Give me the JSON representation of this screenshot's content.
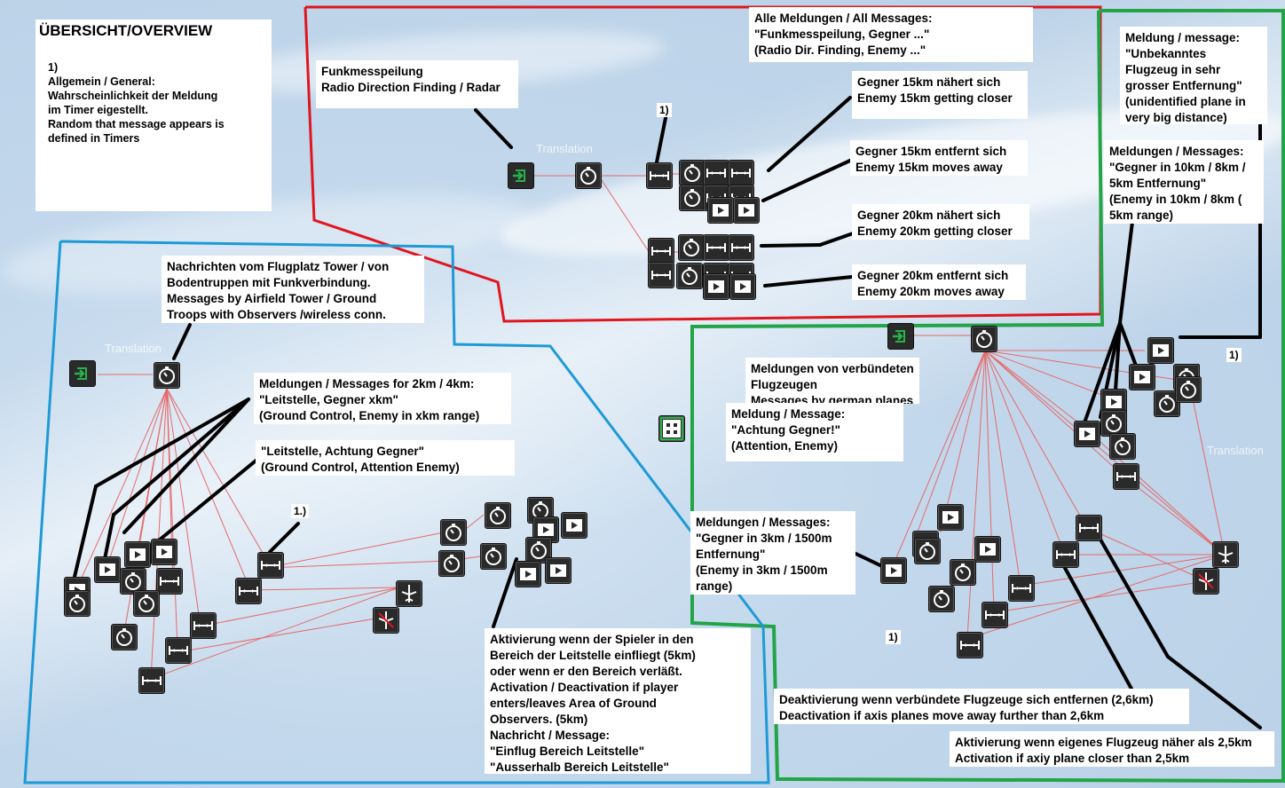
{
  "notes": {
    "overview_title": "ÜBERSICHT/OVERVIEW",
    "overview_body": "1)\nAllgemein / General:\nWahrscheinlichkeit der Meldung\nim Timer eigestellt.\nRandom that message appears is\ndefined in Timers",
    "funkmess": "Funkmesspeilung\nRadio Direction Finding / Radar",
    "all_messages": "Alle Meldungen / All Messages:\n\"Funkmesspeilung, Gegner ...\"\n(Radio Dir. Finding, Enemy ...\"",
    "enemy15_closer": "Gegner 15km nähert sich\nEnemy 15km getting closer",
    "enemy15_away": "Gegner 15km entfernt sich\nEnemy 15km moves away",
    "enemy20_closer": "Gegner  20km nähert sich\nEnemy 20km getting closer",
    "enemy20_away": "Gegner 20km entfernt sich\nEnemy 20km moves away",
    "unidentified": "Meldung / message:\n\"Unbekanntes\nFlugzeug in sehr\ngrosser Entfernung\"\n(unidentified plane in\nvery big distance)",
    "range_10_8_5": "Meldungen / Messages:\n\"Gegner in 10km / 8km /\n5km Entfernung\"\n(Enemy in 10km / 8km (\n5km range)",
    "tower": "Nachrichten vom Flugplatz Tower / von\nBodentruppen mit Funkverbindung.\nMessages by Airfield Tower / Ground\nTroops with Observers /wireless conn.",
    "ground_2_4": "Meldungen / Messages for 2km / 4km:\n\"Leitstelle, Gegner xkm\"\n(Ground Control, Enemy in xkm range)",
    "ground_attention": "\"Leitstelle, Achtung Gegner\"\n(Ground Control, Attention Enemy)",
    "allied_planes": "Meldungen von verbündeten\nFlugzeugen\nMessages by german planes",
    "achtung": "Meldung / Message:\n\"Achtung Gegner!\"\n(Attention, Enemy)",
    "range_3_1500": "Meldungen / Messages:\n\"Gegner in 3km / 1500m\nEntfernung\"\n(Enemy in 3km / 1500m\nrange)",
    "activation_ground": "Aktivierung wenn der Spieler in den\nBereich der Leitstelle einfliegt (5km)\noder wenn er den Bereich verläßt.\nActivation / Deactivation if player\nenters/leaves Area of Ground\nObservers. (5km)\nNachricht / Message:\n\"Einflug Bereich Leitstelle\"\n\"Ausserhalb Bereich Leitstelle\"",
    "deactivation": "Deaktivierung wenn verbündete Flugzeuge sich entfernen (2,6km)\nDeactivation if axis planes move away further than 2,6km",
    "activation_own": "Aktivierung wenn eigenes Flugzeug näher als 2,5km\nActivation if axiy plane closer than 2,5km",
    "ref1_a": "1)",
    "ref1_b": "1.)",
    "ref1_c": "1)",
    "ref1_d": "1)"
  },
  "colors": {
    "red_area": "#e0161e",
    "green_area": "#22a447",
    "blue_area": "#1e9ad6",
    "link_line": "#e46a6a",
    "node_bg": "#2a2a2a",
    "start_icon": "#27b24a"
  },
  "icons": {
    "start": "mission-start-icon",
    "timer": "timer-icon",
    "proximity": "proximity-trigger-icon",
    "message": "message-play-icon",
    "plane": "plane-icon",
    "complex": "complex-trigger-icon"
  }
}
